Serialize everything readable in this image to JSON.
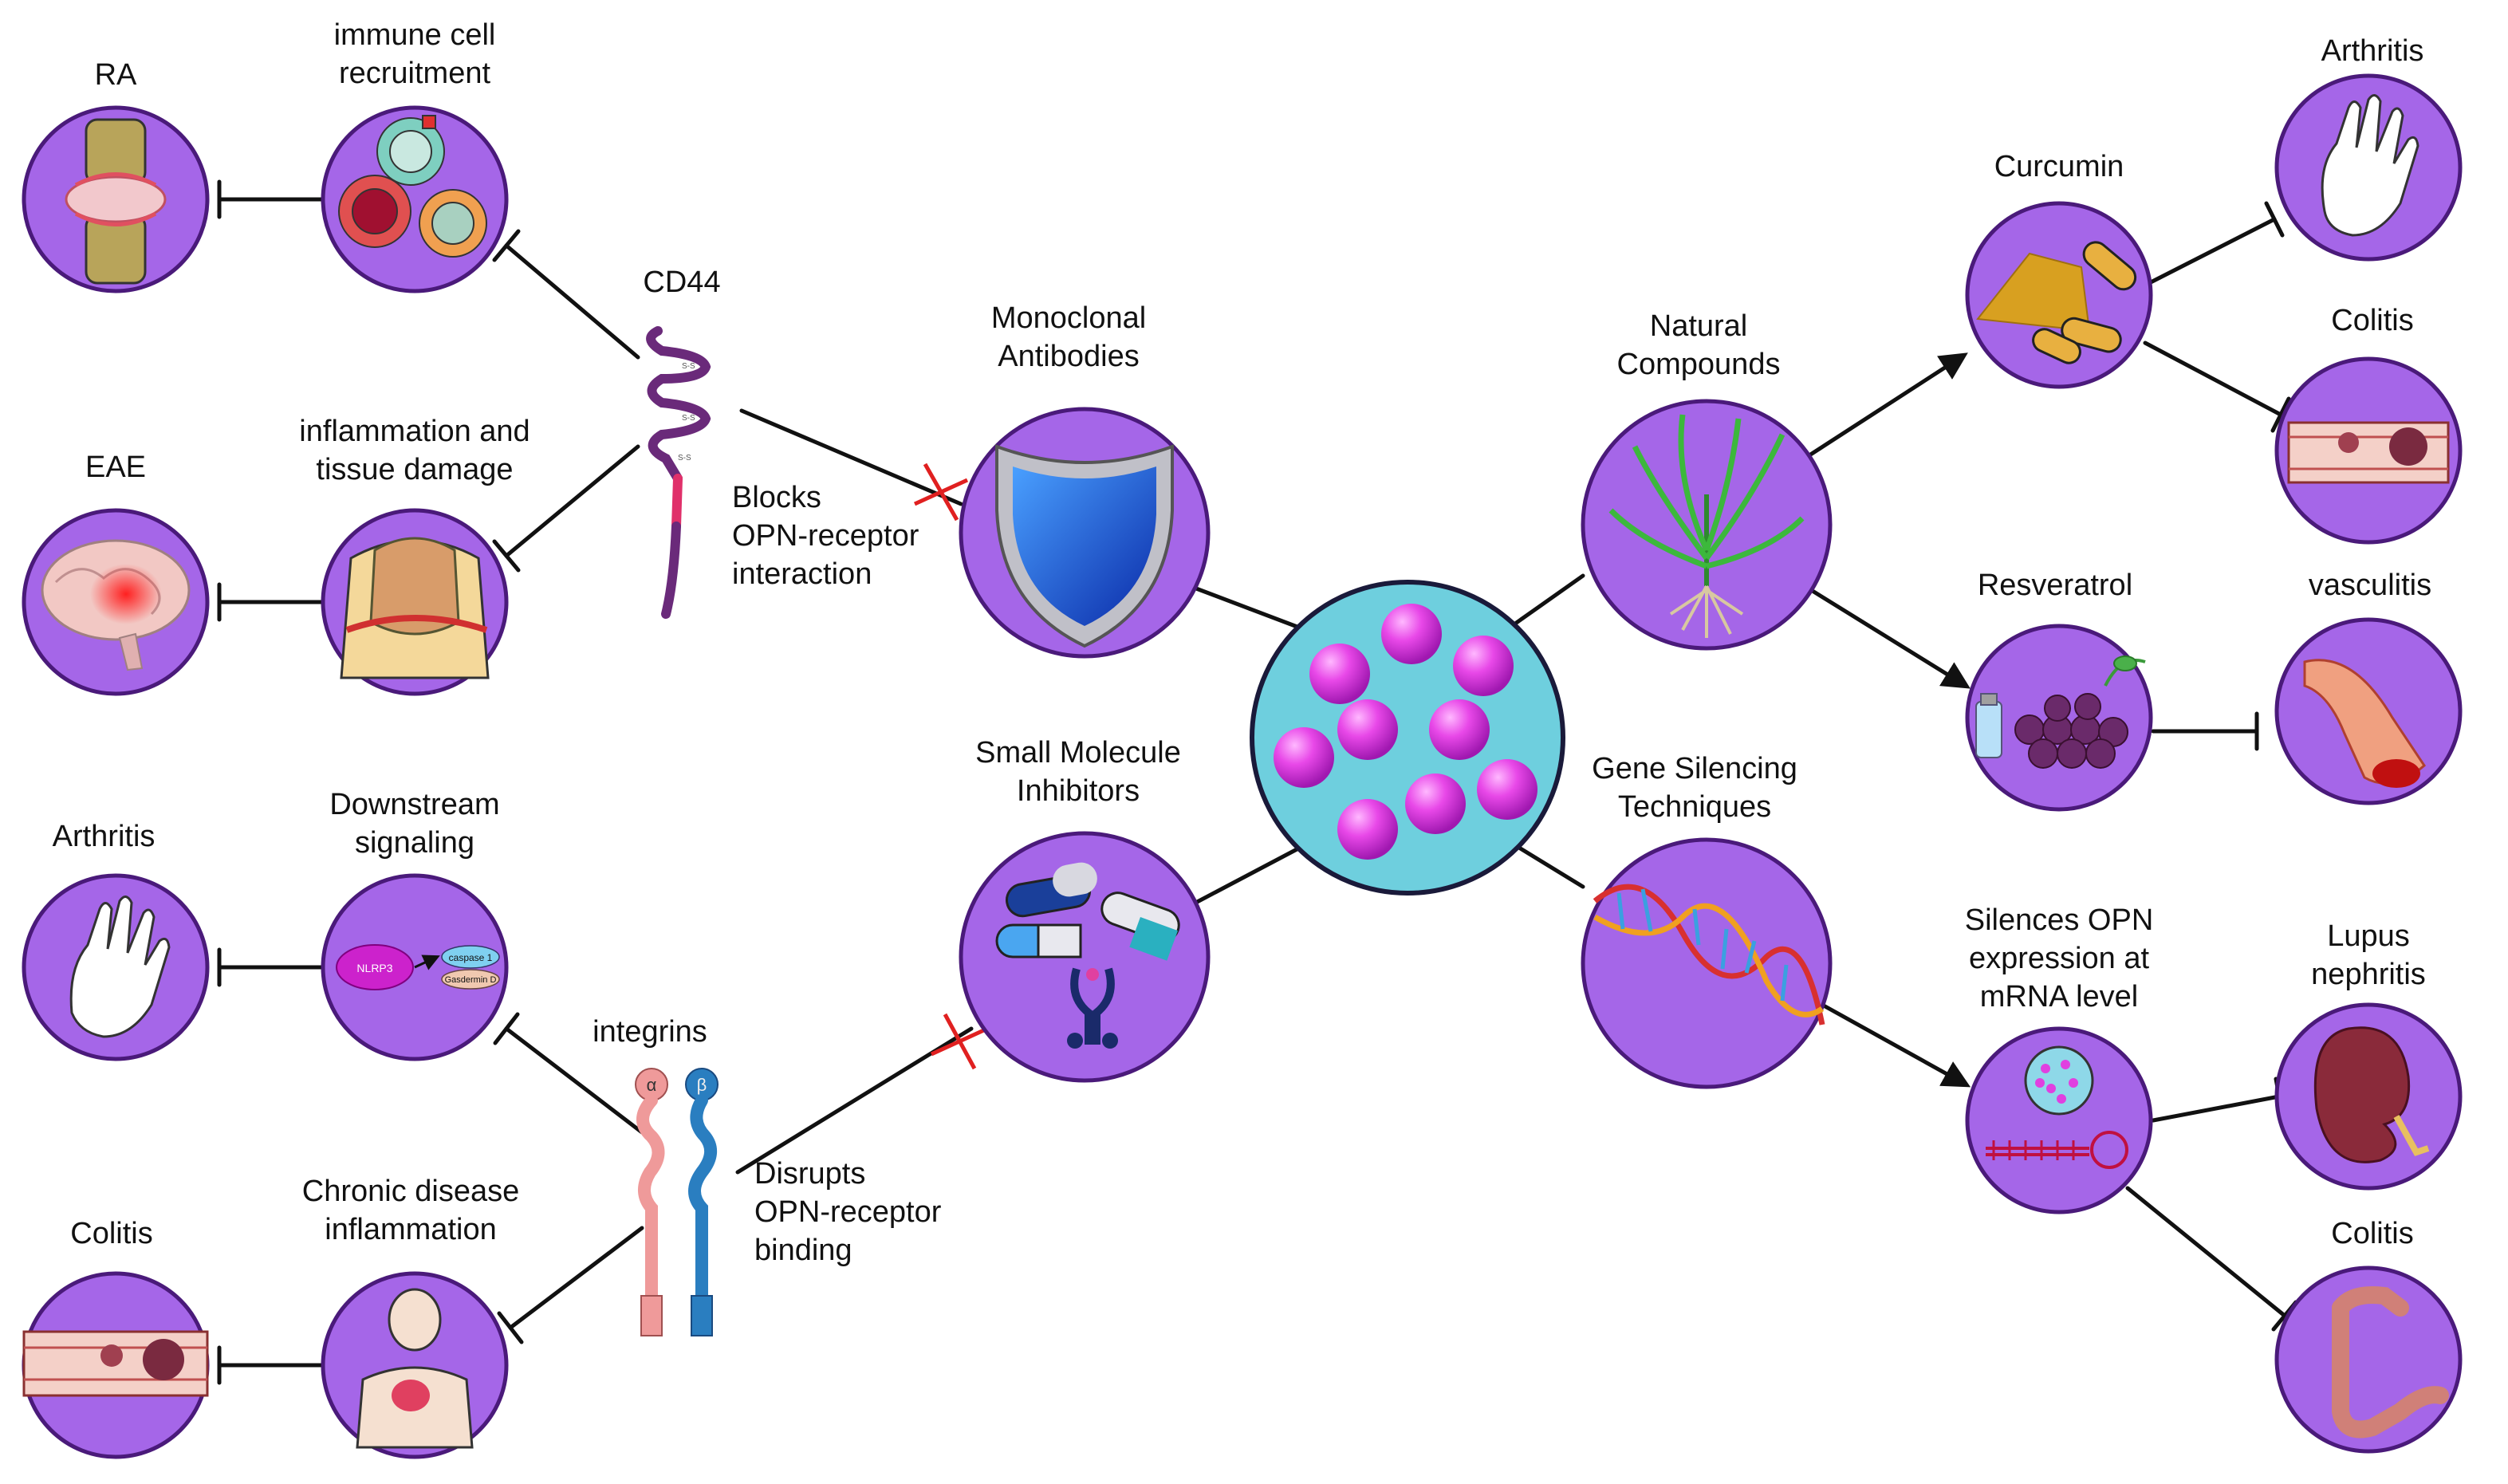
{
  "colors": {
    "circle_fill": "#a566e8",
    "circle_stroke": "#4a1a7a",
    "center_fill": "#6ecfde",
    "center_stroke": "#1a1a3a",
    "bead": "#e040e0",
    "line": "#111111",
    "block_mark": "#e02020",
    "cd44": "#6a2a7a",
    "cd44_tail": "#e0306a",
    "integrin_alpha": "#ef9a9a",
    "integrin_beta": "#2a7ec0"
  },
  "labels": {
    "ra": "RA",
    "immune_cell_recruitment": "immune cell\nrecruitment",
    "cd44": "CD44",
    "eae": "EAE",
    "inflammation_tissue_damage": "inflammation and\ntissue damage",
    "monoclonal_antibodies": "Monoclonal\nAntibodies",
    "blocks_interaction": "Blocks\nOPN-receptor\ninteraction",
    "natural_compounds": "Natural\nCompounds",
    "curcumin": "Curcumin",
    "arthritis_right": "Arthritis",
    "colitis_right_top": "Colitis",
    "resveratrol": "Resveratrol",
    "vasculitis": "vasculitis",
    "gene_silencing": "Gene Silencing\nTechniques",
    "silences_opn": "Silences OPN\nexpression at\nmRNA level",
    "lupus_nephritis": "Lupus nephritis",
    "colitis_right_bottom": "Colitis",
    "small_molecule_inhibitors": "Small Molecule\nInhibitors",
    "arthritis_left": "Arthritis",
    "downstream_signaling": "Downstream\nsignaling",
    "integrins": "integrins",
    "disrupts_binding": "Disrupts\nOPN-receptor\nbinding",
    "colitis_left": "Colitis",
    "chronic_disease_inflammation": "Chronic disease\ninflammation"
  },
  "inner_text": {
    "nlrp3": "NLRP3",
    "caspase1": "caspase 1",
    "gasdermin": "Gasdermin D",
    "alpha": "α",
    "beta": "β",
    "ss": "S-S"
  },
  "icons": {
    "ra": "joint-icon",
    "immune_cells": "immune-cells-icon",
    "eae": "brain-icon",
    "tissue_damage": "tissue-damage-icon",
    "arthritis_left": "hand-icon",
    "downstream": "signaling-pathway-icon",
    "colitis_left": "colon-segment-icon",
    "chronic": "human-torso-icon",
    "antibody": "shield-icon",
    "small_molecule": "capsules-icon",
    "center": "opn-nanoparticle-icon",
    "natural": "plant-icon",
    "gene": "dna-helix-icon",
    "curcumin": "curcumin-icon",
    "resveratrol": "grapes-icon",
    "silencing": "sirna-icon",
    "arthritis_right": "hand-icon",
    "colitis_right_top": "colon-segment-icon",
    "vasculitis": "blood-vessel-icon",
    "lupus": "kidney-icon",
    "colitis_right_bottom": "colon-icon"
  }
}
